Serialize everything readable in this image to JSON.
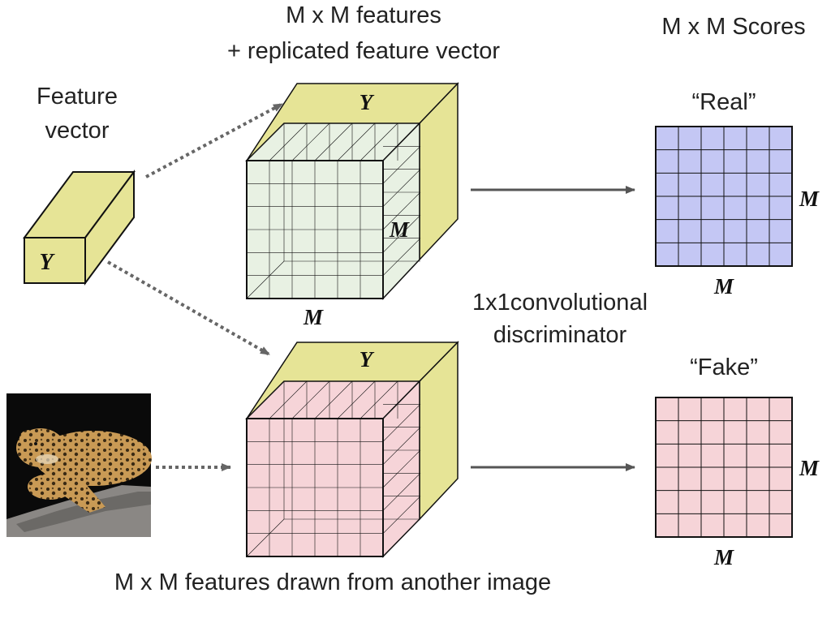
{
  "labels": {
    "feature_vector_line1": "Feature",
    "feature_vector_line2": "vector",
    "top_cube_line1": "M x M features",
    "top_cube_line2": "+ replicated feature vector",
    "scores_title": "M x M Scores",
    "real": "“Real”",
    "fake": "“Fake”",
    "discriminator_line1": "1x1convolutional",
    "discriminator_line2": "discriminator",
    "bottom_caption": "M x M features drawn from another image"
  },
  "symbols": {
    "y": "Y",
    "m": "M"
  },
  "colors": {
    "feature_yellow": "#e6e496",
    "top_cube_green": "#e8f1e3",
    "bottom_cube_pink": "#f6d4d8",
    "real_grid_blue": "#c4c7f4",
    "fake_grid_pink": "#f6d4d8",
    "arrow_gray": "#555555",
    "dotted_gray": "#666666",
    "grid_line": "#111111"
  },
  "icons": {
    "photo": "leopard-photo"
  }
}
